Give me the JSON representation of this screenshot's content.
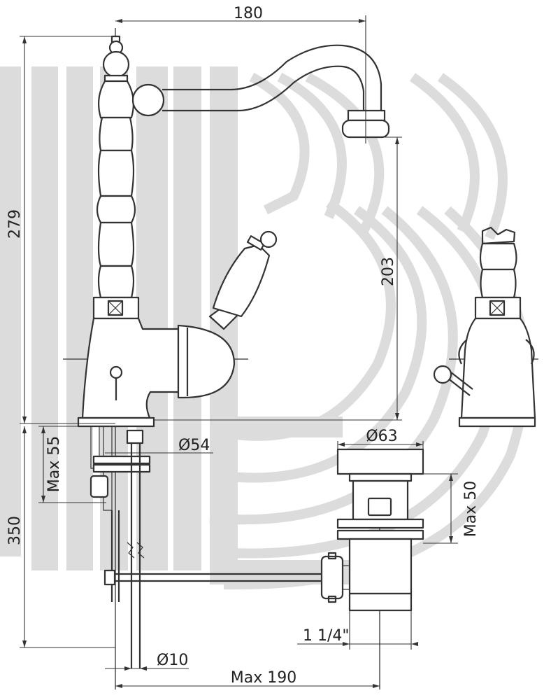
{
  "dimensions": {
    "spout_reach": "180",
    "overall_height": "279",
    "spout_height": "203",
    "max_deck_thickness": "Max 55",
    "tail_length": "350",
    "base_diameter": "Ø54",
    "waste_flange_diameter": "Ø63",
    "max_waste_height": "Max 50",
    "waste_thread": "1 1/4\"",
    "rod_diameter": "Ø10",
    "max_rod_reach": "Max 190"
  }
}
